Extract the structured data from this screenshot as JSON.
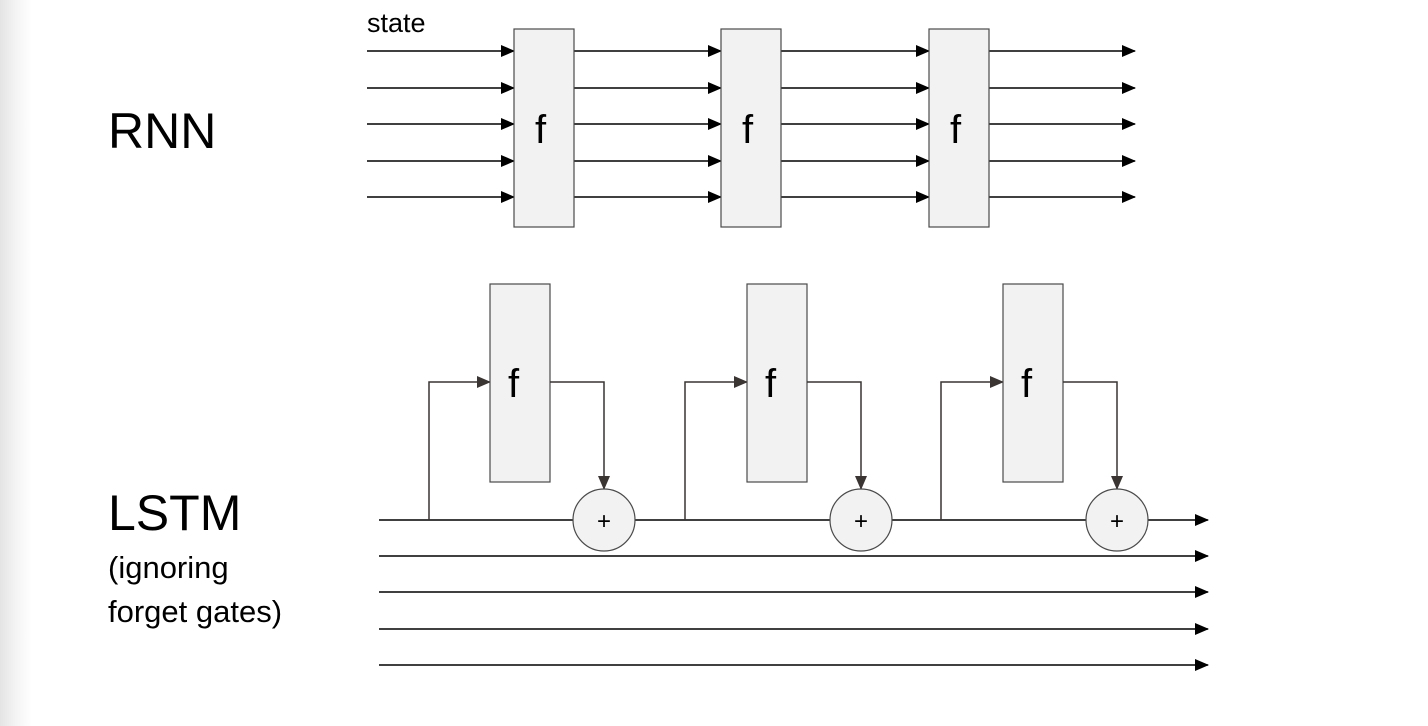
{
  "rnn": {
    "title": "RNN",
    "state_label": "state",
    "block_label": "f"
  },
  "lstm": {
    "title": "LSTM",
    "subtitle_line1": "(ignoring",
    "subtitle_line2": "forget gates)",
    "block_label": "f",
    "sum_label": "+"
  },
  "colors": {
    "line": "#000000",
    "arrow_dark": "#3a3433",
    "block_fill": "#f2f2f2",
    "block_stroke": "#4a4a4a"
  }
}
